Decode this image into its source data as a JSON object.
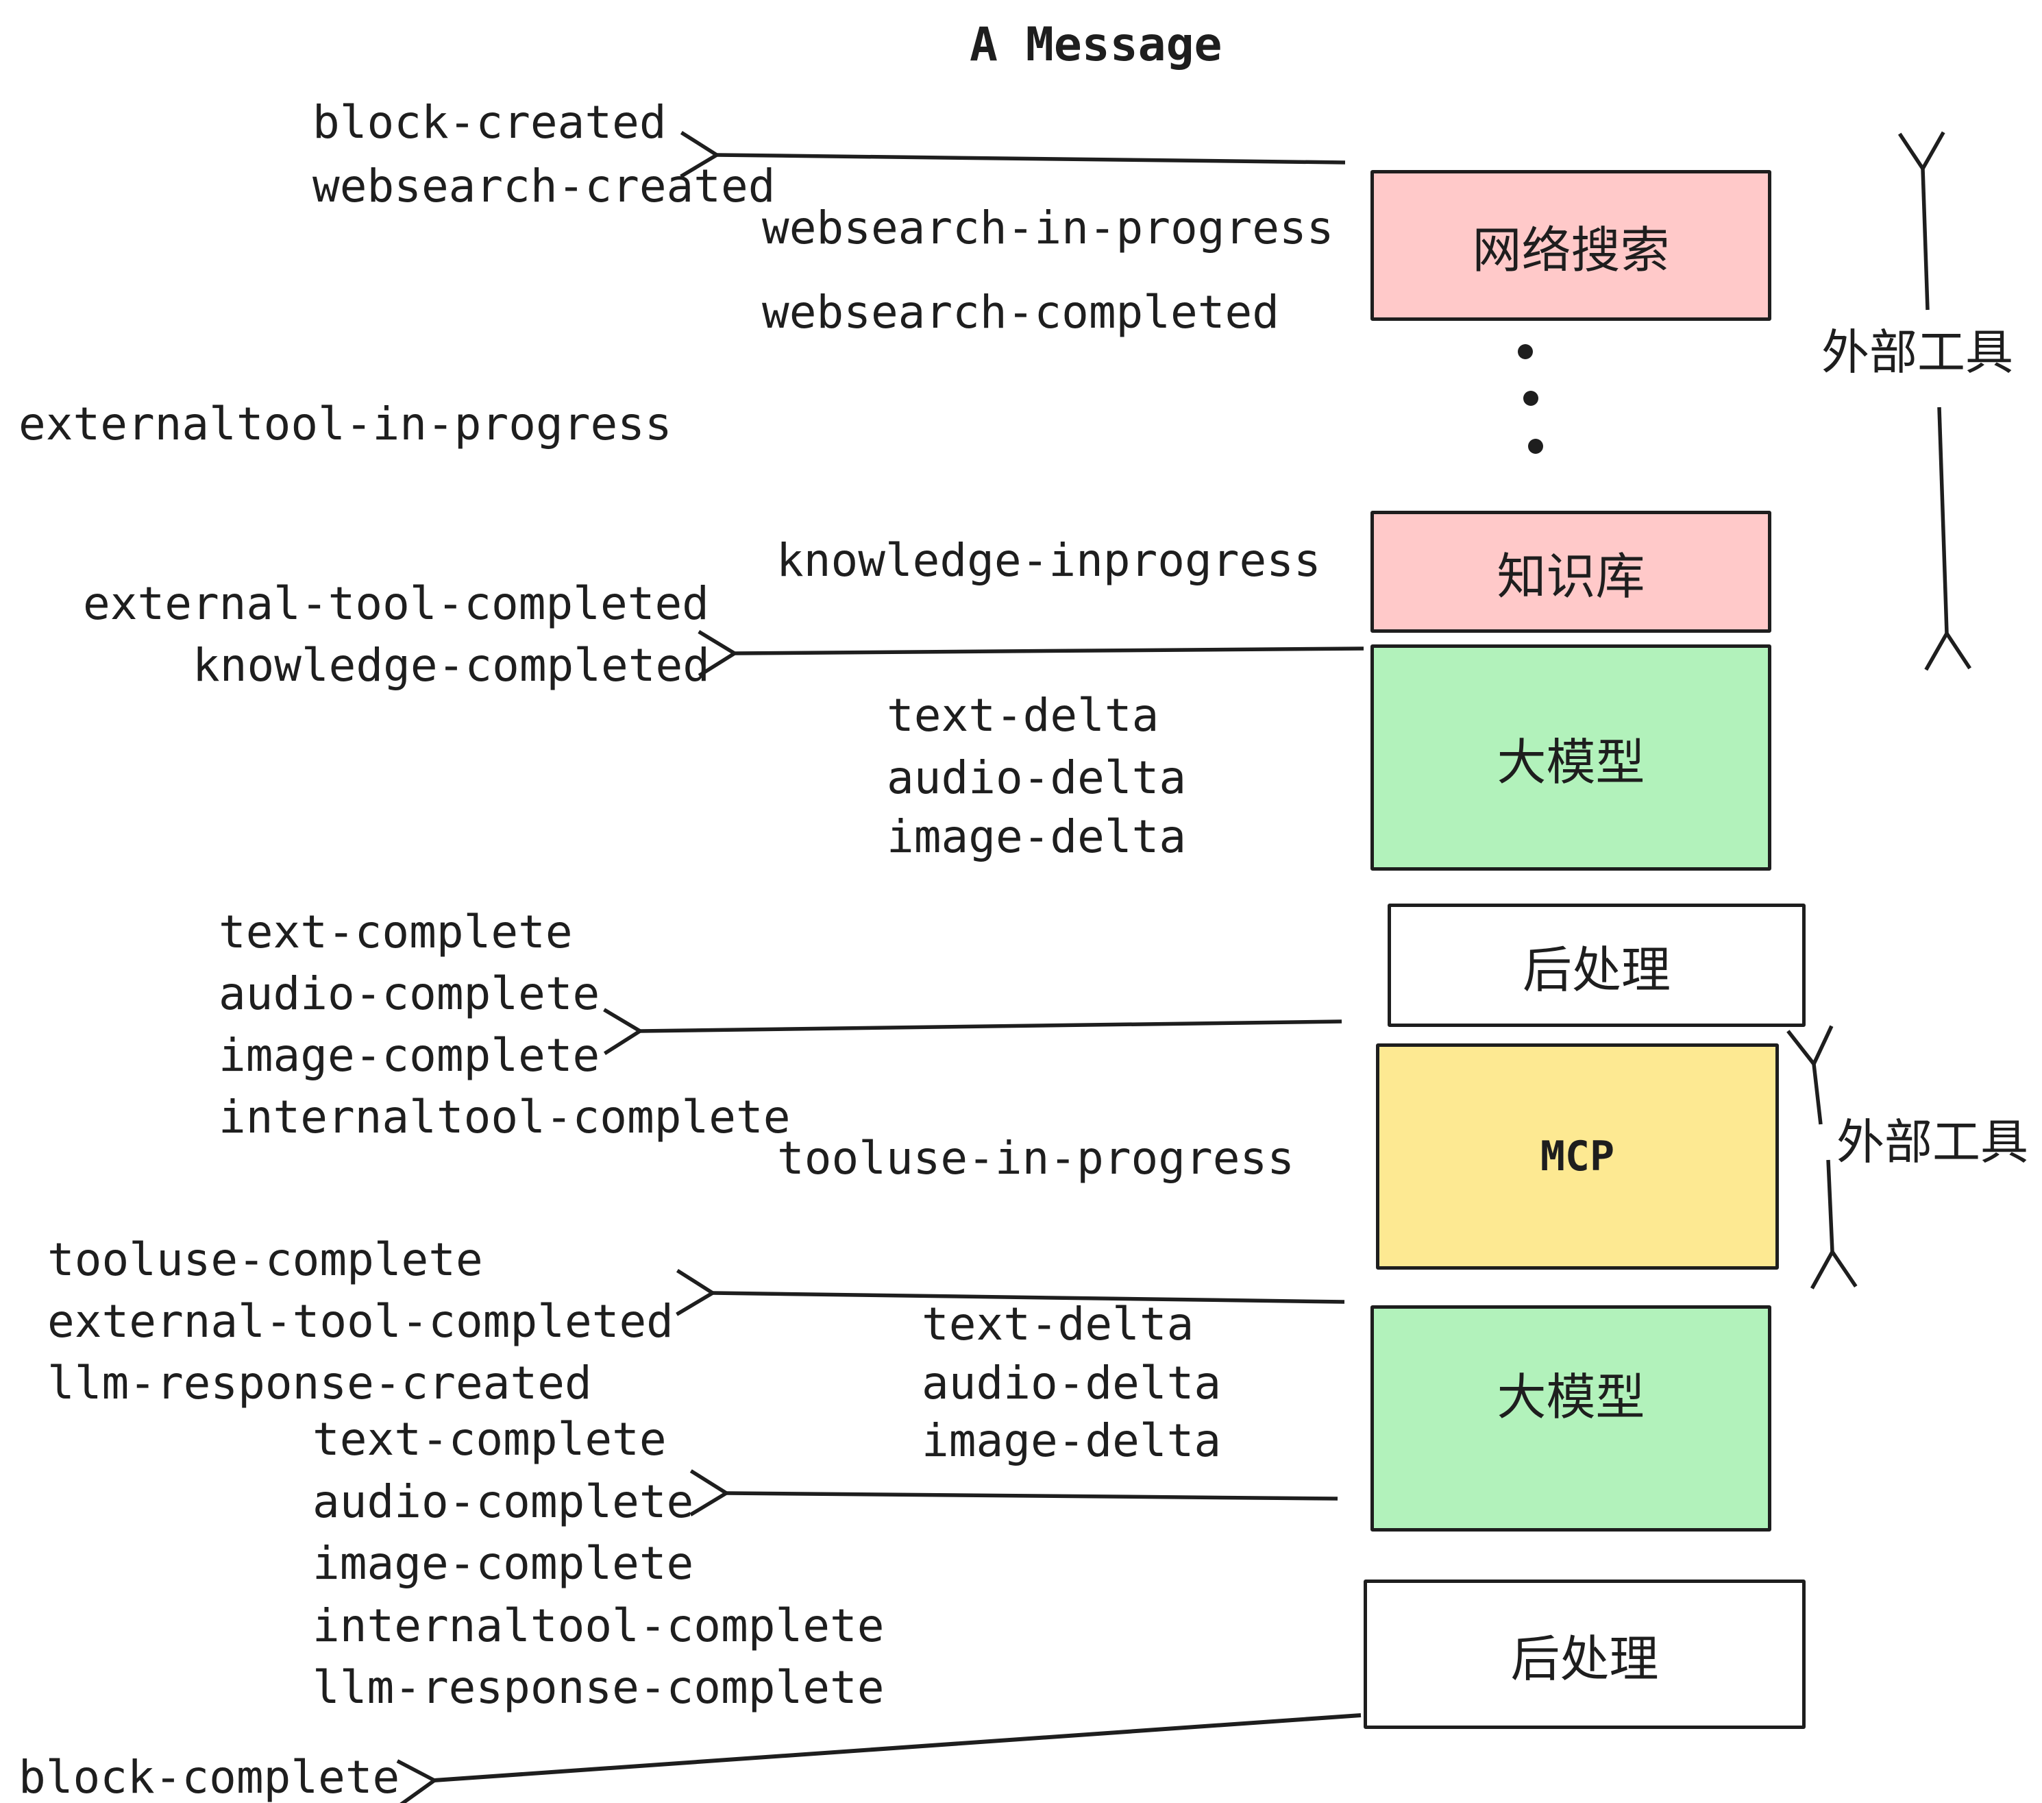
{
  "title": "A Message",
  "colors": {
    "pink": "#ffc9c9",
    "green": "#b2f2bb",
    "yellow": "#fde992",
    "white": "#ffffff",
    "stroke": "#1e1e1e"
  },
  "boxes": [
    {
      "id": "websearch",
      "label": "网络搜索",
      "fill": "pink"
    },
    {
      "id": "knowledge",
      "label": "知识库",
      "fill": "pink"
    },
    {
      "id": "llm-1",
      "label": "大模型",
      "fill": "green"
    },
    {
      "id": "postprocess-1",
      "label": "后处理",
      "fill": "white"
    },
    {
      "id": "mcp",
      "label": "MCP",
      "fill": "yellow"
    },
    {
      "id": "llm-2",
      "label": "大模型",
      "fill": "green"
    },
    {
      "id": "postprocess-2",
      "label": "后处理",
      "fill": "white"
    }
  ],
  "side_labels": [
    {
      "label": "外部工具"
    },
    {
      "label": "外部工具"
    }
  ],
  "events": {
    "block_created": "block-created",
    "websearch_created": "websearch-created",
    "websearch_in_progress": "websearch-in-progress",
    "websearch_completed": "websearch-completed",
    "externaltool_in_progress": "externaltool-in-progress",
    "knowledge_inprogress": "knowledge-inprogress",
    "external_tool_completed_1": "external-tool-completed",
    "knowledge_completed": "knowledge-completed",
    "text_delta_1": "text-delta",
    "audio_delta_1": "audio-delta",
    "image_delta_1": "image-delta",
    "text_complete_1": "text-complete",
    "audio_complete_1": "audio-complete",
    "image_complete_1": "image-complete",
    "internaltool_complete_1": "internaltool-complete",
    "tooluse_in_progress": "tooluse-in-progress",
    "tooluse_complete": "tooluse-complete",
    "external_tool_completed_2": "external-tool-completed",
    "llm_response_created": "llm-response-created",
    "text_delta_2": "text-delta",
    "audio_delta_2": "audio-delta",
    "image_delta_2": "image-delta",
    "text_complete_2": "text-complete",
    "audio_complete_2": "audio-complete",
    "image_complete_2": "image-complete",
    "internaltool_complete_2": "internaltool-complete",
    "llm_response_complete": "llm-response-complete",
    "block_complete": "block-complete"
  }
}
